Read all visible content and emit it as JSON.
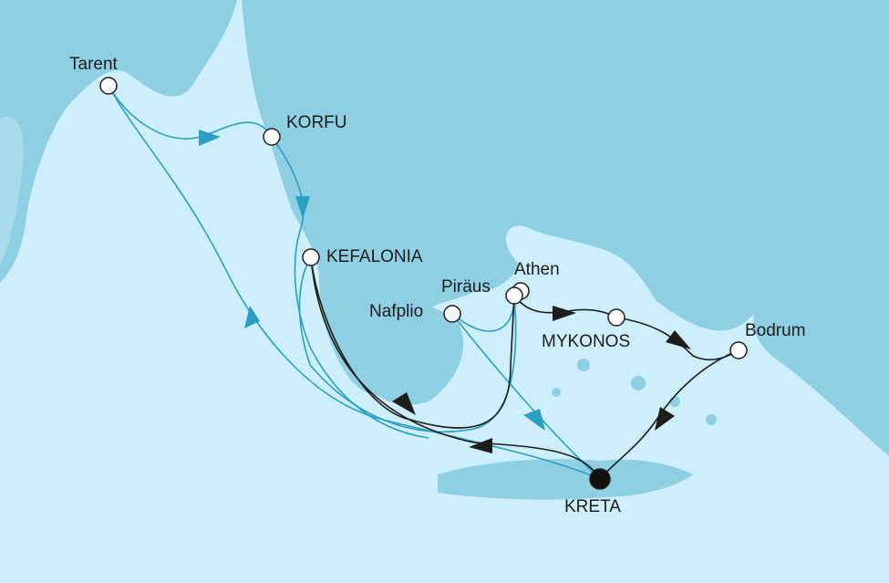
{
  "colors": {
    "sea": "#cdeefb",
    "land": "#8fcfe4",
    "route_blue": "#2a9fc1",
    "route_black": "#1d1d1b",
    "port": "#ffffff",
    "start_port": "#111111"
  },
  "ports": [
    {
      "name": "Tarent"
    },
    {
      "name": "KORFU"
    },
    {
      "name": "KEFALONIA"
    },
    {
      "name": "Athen"
    },
    {
      "name": "Piräus"
    },
    {
      "name": "Nafplio"
    },
    {
      "name": "MYKONOS"
    },
    {
      "name": "Bodrum"
    },
    {
      "name": "KRETA"
    }
  ]
}
